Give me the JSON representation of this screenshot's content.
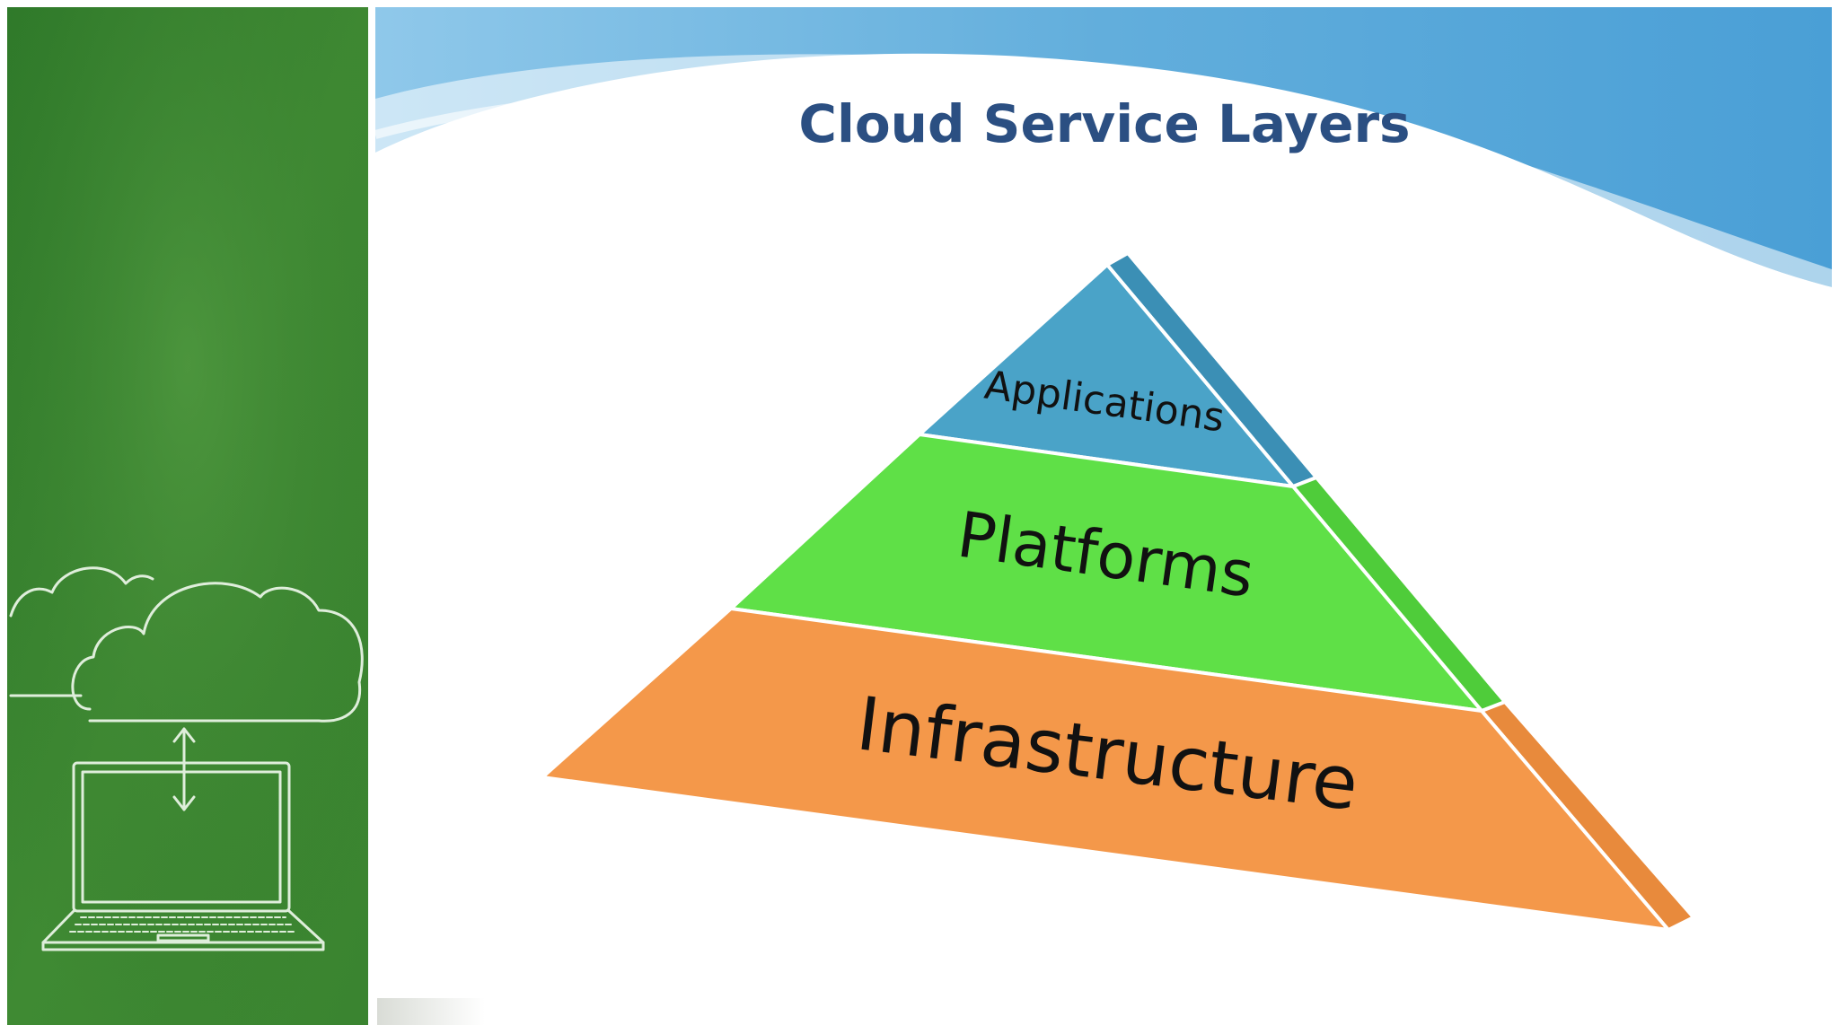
{
  "slide": {
    "title": "Cloud Service Layers"
  },
  "pyramid": {
    "layers": [
      {
        "label": "Applications",
        "color": "#4aa3c8",
        "side_color": "#3b8fb5"
      },
      {
        "label": "Platforms",
        "color": "#5fe047",
        "side_color": "#4fcc3a"
      },
      {
        "label": "Infrastructure",
        "color": "#f4984a",
        "side_color": "#e88a3c"
      }
    ]
  },
  "theme": {
    "chalkboard_green": "#3f8a33",
    "sky_blue": "#5aa8d8",
    "title_color": "#2b4f82"
  },
  "illustration": {
    "clouds": "cloud-icon",
    "sync": "sync-arrow-icon",
    "laptop": "laptop-icon"
  }
}
